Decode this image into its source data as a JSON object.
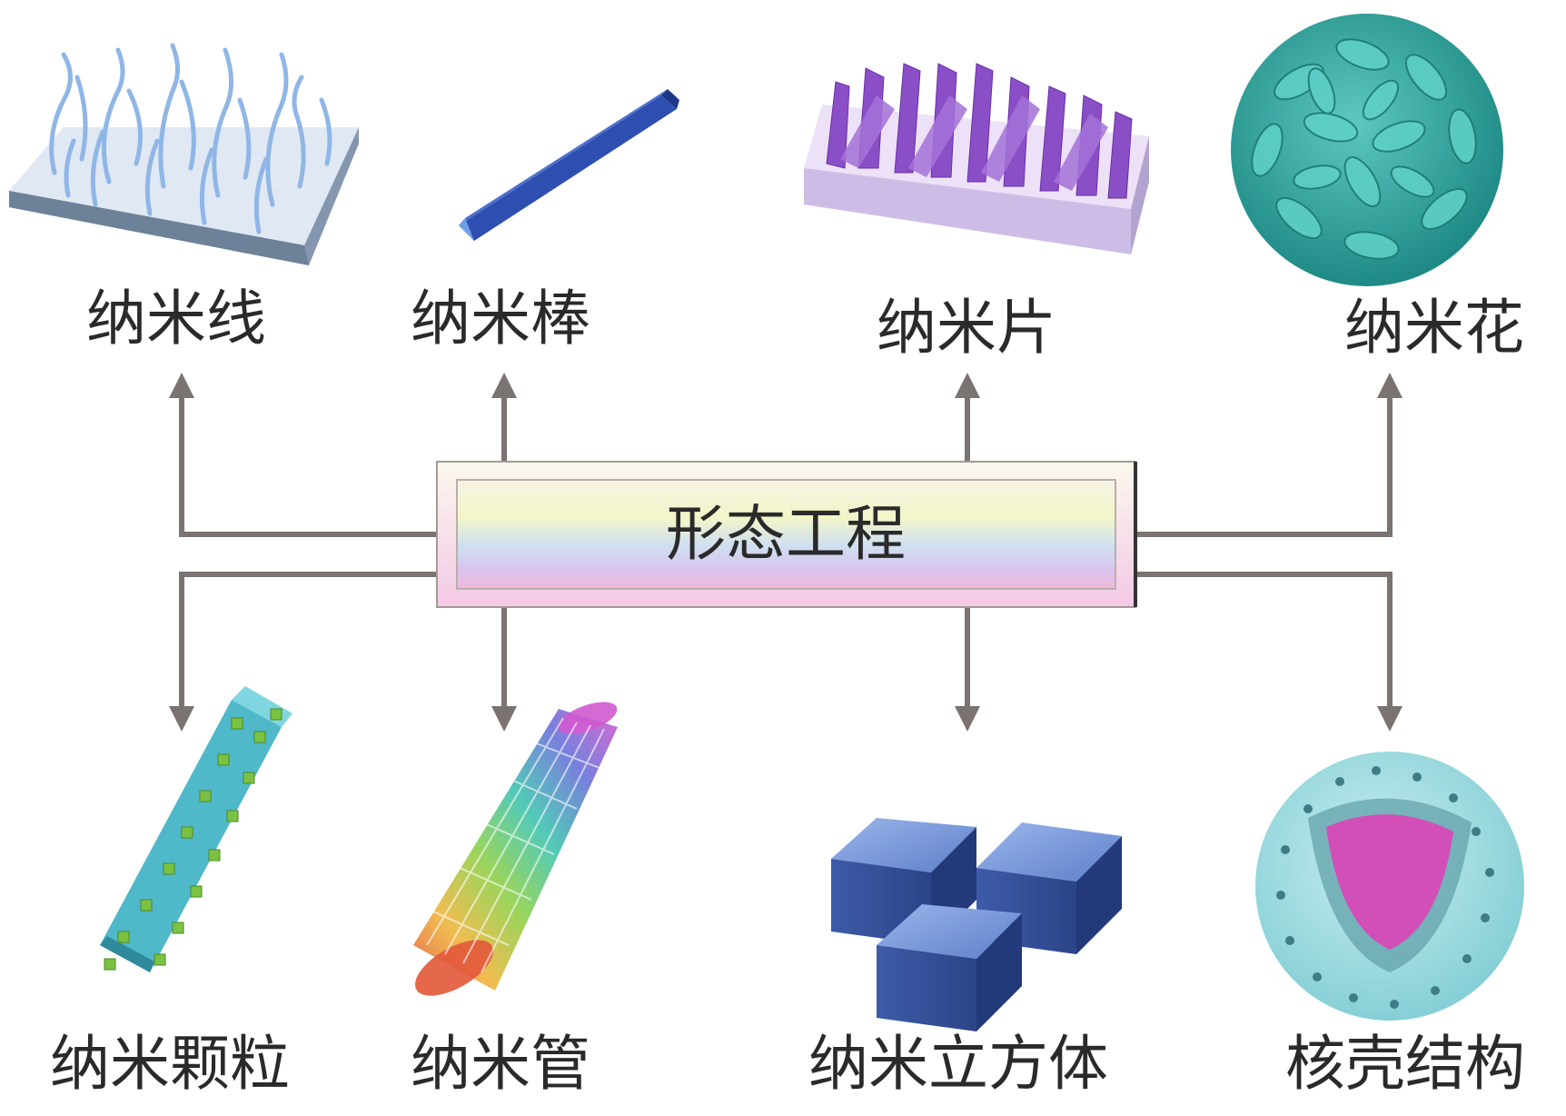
{
  "center": {
    "label": "形态工程"
  },
  "top_items": [
    {
      "label": "纳米线"
    },
    {
      "label": "纳米棒"
    },
    {
      "label": "纳米片"
    },
    {
      "label": "纳米花"
    }
  ],
  "bottom_items": [
    {
      "label": "纳米颗粒"
    },
    {
      "label": "纳米管"
    },
    {
      "label": "纳米立方体"
    },
    {
      "label": "核壳结构"
    }
  ],
  "colors": {
    "connector": "#7a7370",
    "nanowire": "#8fb6e6",
    "nanorod": "#2f4fb0",
    "nanosheet": "#8a4fc7",
    "nanoflower": "#2ea6a0",
    "nanoparticle": "#4fb8c9",
    "nanocube": "#4a70c0",
    "core": "#d24fb8",
    "shell": "#9edde3"
  }
}
